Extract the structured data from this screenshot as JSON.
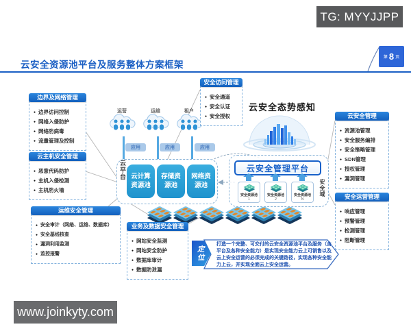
{
  "badges": {
    "tg": "TG: MYYJJPP",
    "site": "www.joinkyty.com"
  },
  "header": {
    "title": "云安全资源池平台及服务整体方案框架",
    "page_prefix": "第",
    "page_number": "8",
    "page_suffix": "页"
  },
  "panels": {
    "border_network": {
      "title": "边界及网络管理",
      "items": [
        "边界访问控制",
        "网络入侵防护",
        "网络防病毒",
        "流量管理及控制"
      ]
    },
    "cloud_host": {
      "title": "云主机安全管理",
      "items": [
        "恶意代码防护",
        "主机入侵检测",
        "主机防火墙"
      ]
    },
    "ops_security": {
      "title": "运维安全管理",
      "items": [
        "安全审计（网络、运维、数据库）",
        "安全基线核查",
        "漏洞利用监测",
        "监控报警"
      ]
    },
    "access": {
      "title": "安全访问管理",
      "items": [
        "安全通道",
        "安全认证",
        "安全授权"
      ]
    },
    "biz_data": {
      "title": "业务及数据安全管理",
      "items": [
        "网站安全监测",
        "网站安全防护",
        "数据库审计",
        "数据防泄漏"
      ]
    },
    "cloud_sec_mgmt": {
      "title": "云安全管理",
      "items": [
        "资源池管理",
        "安全服务编排",
        "安全策略管理",
        "SDN管理",
        "授权管理",
        "漏洞管理"
      ]
    },
    "sec_ops_mgmt": {
      "title": "安全运营管理",
      "items": [
        "响应管理",
        "预警管理",
        "检测管理",
        "阻断管理"
      ]
    }
  },
  "users": [
    {
      "label": "运营",
      "app": "应用"
    },
    {
      "label": "运维",
      "app": "应用"
    },
    {
      "label": "租户",
      "app": "应用"
    }
  ],
  "cloud_platform": {
    "vertical_label": "云平台",
    "pools": [
      "云计算资源池",
      "存储资源池",
      "网络资源池"
    ]
  },
  "awareness": {
    "title": "云安全态势感知"
  },
  "security_domain": {
    "vertical_label": "安全域",
    "platform": "云安全管理平台",
    "pools": [
      {
        "label": "安全资源池",
        "index": "1"
      },
      {
        "label": "安全资源池",
        "index": "2"
      },
      {
        "label": "安全资源池",
        "index": "N"
      }
    ]
  },
  "positioning": {
    "label": "定位",
    "text": "打造一个完整、可交付的云安全资源池平台及服务（含平台及各种安全能力）是实现安全能力云上可销售以及云上安全运营的必须完成的关键路径，实现各种安全能力上云，并实现全面云上安全运营。"
  },
  "colors": {
    "accent": "#1b5fc4",
    "header_blue_top": "#2b85dd",
    "header_blue_bottom": "#1360bd",
    "pool_blue": "#2ba3da",
    "app_chip": "#aac9e9",
    "tg_gray": "#58595b"
  }
}
